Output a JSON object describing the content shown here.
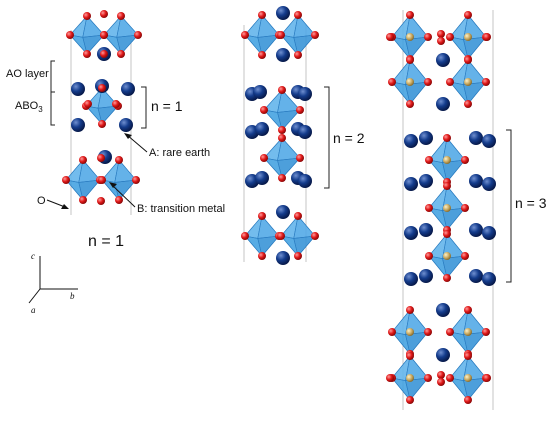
{
  "labels": {
    "ao_layer": "AO layer",
    "abo3_base": "ABO",
    "abo3_sub": "3",
    "n1_inner": "n = 1",
    "site_a": "A: rare earth",
    "site_b": "B: transition metal",
    "oxygen": "O",
    "n1_caption": "n = 1",
    "n2_bracket": "n = 2",
    "n3_bracket": "n = 3"
  },
  "axes": {
    "c": "c",
    "a": "a",
    "b": "b"
  },
  "colors": {
    "octahedron": "#3f9fe0",
    "octahedron_edge": "#2a7cc0",
    "oxygen": "#e01818",
    "rare_earth": "#143c8c",
    "transition_metal": "#c8a860",
    "cell_line": "#b8b8b8"
  },
  "structures": [
    {
      "n": 1,
      "perovskite_layers": 1
    },
    {
      "n": 2,
      "perovskite_layers": 2
    },
    {
      "n": 3,
      "perovskite_layers": 3
    }
  ]
}
